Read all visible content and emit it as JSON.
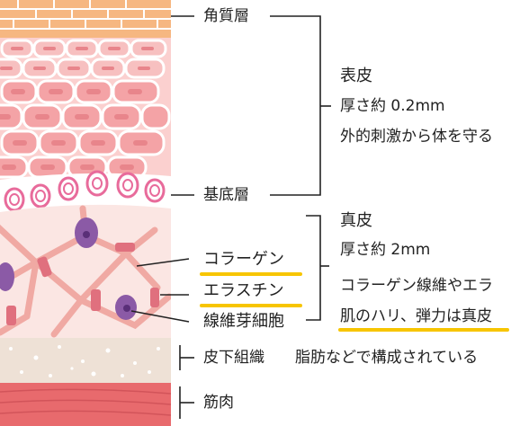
{
  "labels": {
    "stratum_corneum": "角質層",
    "basal_layer": "基底層",
    "collagen": "コラーゲン",
    "elastin": "エラスチン",
    "fibroblast": "線維芽細胞",
    "subcutaneous": "皮下組織",
    "muscle": "筋肉"
  },
  "epidermis": {
    "title": "表皮",
    "thickness": "厚さ約 0.2mm",
    "role": "外的刺激から体を守る"
  },
  "dermis": {
    "title": "真皮",
    "thickness": "厚さ約 2mm",
    "role_line1": "コラーゲン線維やエラ",
    "role_line2": "肌のハリ、弾力は真皮"
  },
  "subcutaneous_note": "脂肪などで構成されている",
  "colors": {
    "stratum_corneum": "#f6b781",
    "epidermis_cells": "#f4a3a6",
    "cell_border": "#ffffff",
    "basal_ring": "#e86b9b",
    "dermis_bg": "#fbe6e3",
    "fiber": "#f0a9a3",
    "elastin": "#e0707e",
    "fibroblast": "#8b5aa6",
    "subcutaneous": "#eee1d6",
    "muscle": "#e86a6d",
    "highlight": "#f7c500"
  }
}
